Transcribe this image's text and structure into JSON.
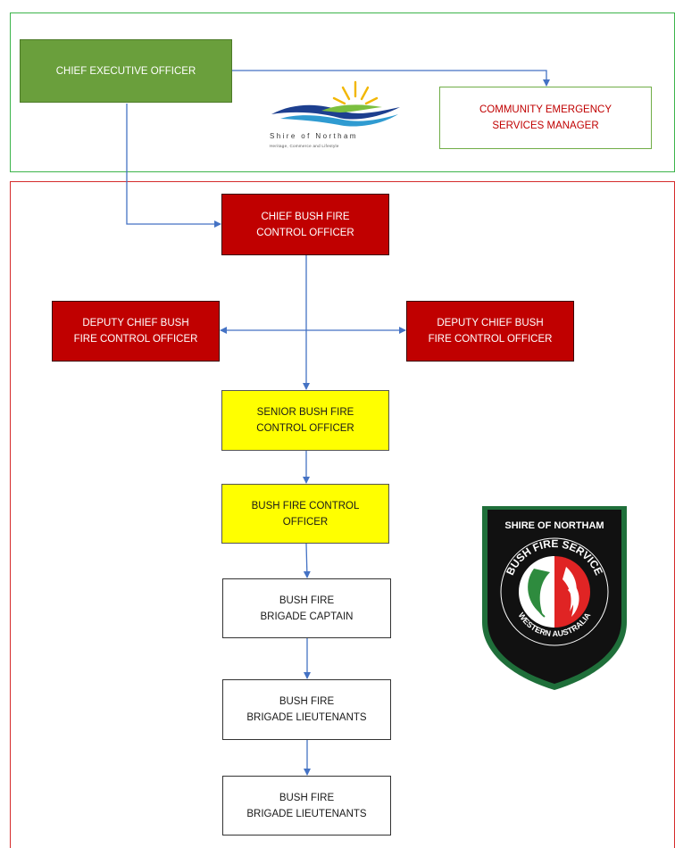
{
  "boxes": {
    "ceo": "CHIEF EXECUTIVE OFFICER",
    "cesm": "COMMUNITY EMERGENCY\nSERVICES MANAGER",
    "cbfco": "CHIEF BUSH FIRE\nCONTROL OFFICER",
    "deputy_left": "DEPUTY CHIEF BUSH\nFIRE CONTROL OFFICER",
    "deputy_right": "DEPUTY CHIEF BUSH\nFIRE CONTROL OFFICER",
    "senior": "SENIOR BUSH FIRE\nCONTROL OFFICER",
    "bfco": "BUSH FIRE CONTROL\nOFFICER",
    "captain": "BUSH FIRE\nBRIGADE CAPTAIN",
    "lieutenants_1": "BUSH FIRE\nBRIGADE LIEUTENANTS",
    "lieutenants_2": "BUSH FIRE\nBRIGADE LIEUTENANTS"
  },
  "shire_logo": {
    "name": "Shire of Northam",
    "tagline": "Heritage, Commerce and Lifestyle"
  },
  "badge": {
    "top": "SHIRE OF NORTHAM",
    "arc_top": "BUSH FIRE SERVICE",
    "arc_bottom": "WESTERN AUSTRALIA"
  },
  "colors": {
    "green_box": "#6a9f3c",
    "red_box": "#c00000",
    "yellow_box": "#ffff00",
    "connector": "#4472c4",
    "top_frame": "#3cb44b",
    "bottom_frame": "#d52b2b"
  }
}
